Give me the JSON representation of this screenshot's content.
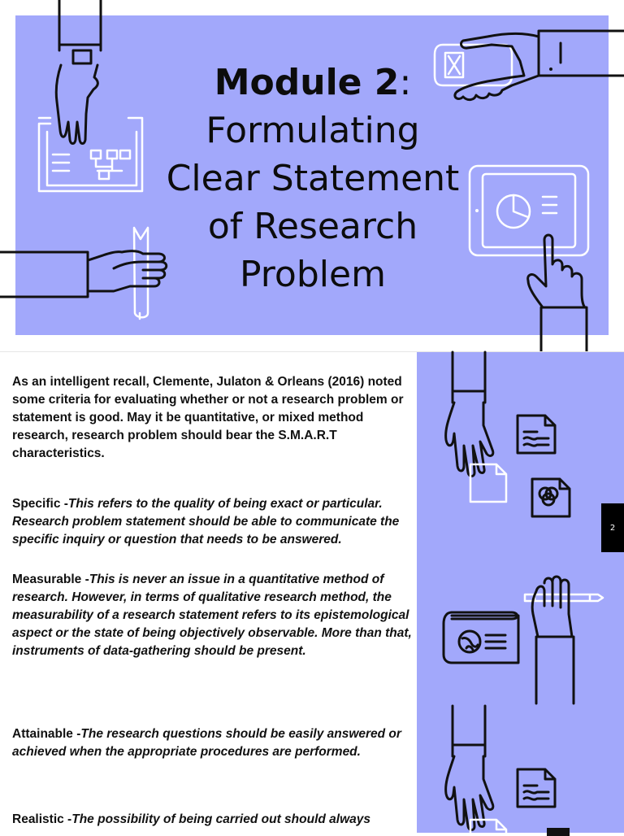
{
  "slide1": {
    "title_bold": "Module 2",
    "title_colon": ":",
    "title_lines": [
      "Formulating",
      "Clear Statement",
      "of Research",
      "Problem"
    ]
  },
  "slide2": {
    "page_number": "2",
    "intro": "As an intelligent recall, Clemente, Julaton & Orleans (2016) noted some criteria for evaluating whether or not a research problem or statement is good. May it be quantitative, or mixed method research, research problem should bear the S.M.A.R.T characteristics.",
    "criteria": [
      {
        "term": "Specific -",
        "desc": "This refers to the quality of being exact or particular. Research problem statement should be able to communicate the specific inquiry or question that needs to be answered."
      },
      {
        "term": "Measurable -",
        "desc": "This is never an issue in a quantitative method of research. However, in terms of qualitative research method, the measurability of a research statement refers to its epistemological aspect or the state of being objectively observable. More than that, instruments of data-gathering should be present."
      },
      {
        "term": "Attainable -",
        "desc": "The research questions should be easily answered or achieved when the appropriate procedures are performed."
      },
      {
        "term": "Realistic -",
        "desc": "The possibility of being carried out should always"
      }
    ]
  },
  "colors": {
    "slide_bg": "#a2a8fb",
    "text": "#111111",
    "page_box": "#000000"
  }
}
